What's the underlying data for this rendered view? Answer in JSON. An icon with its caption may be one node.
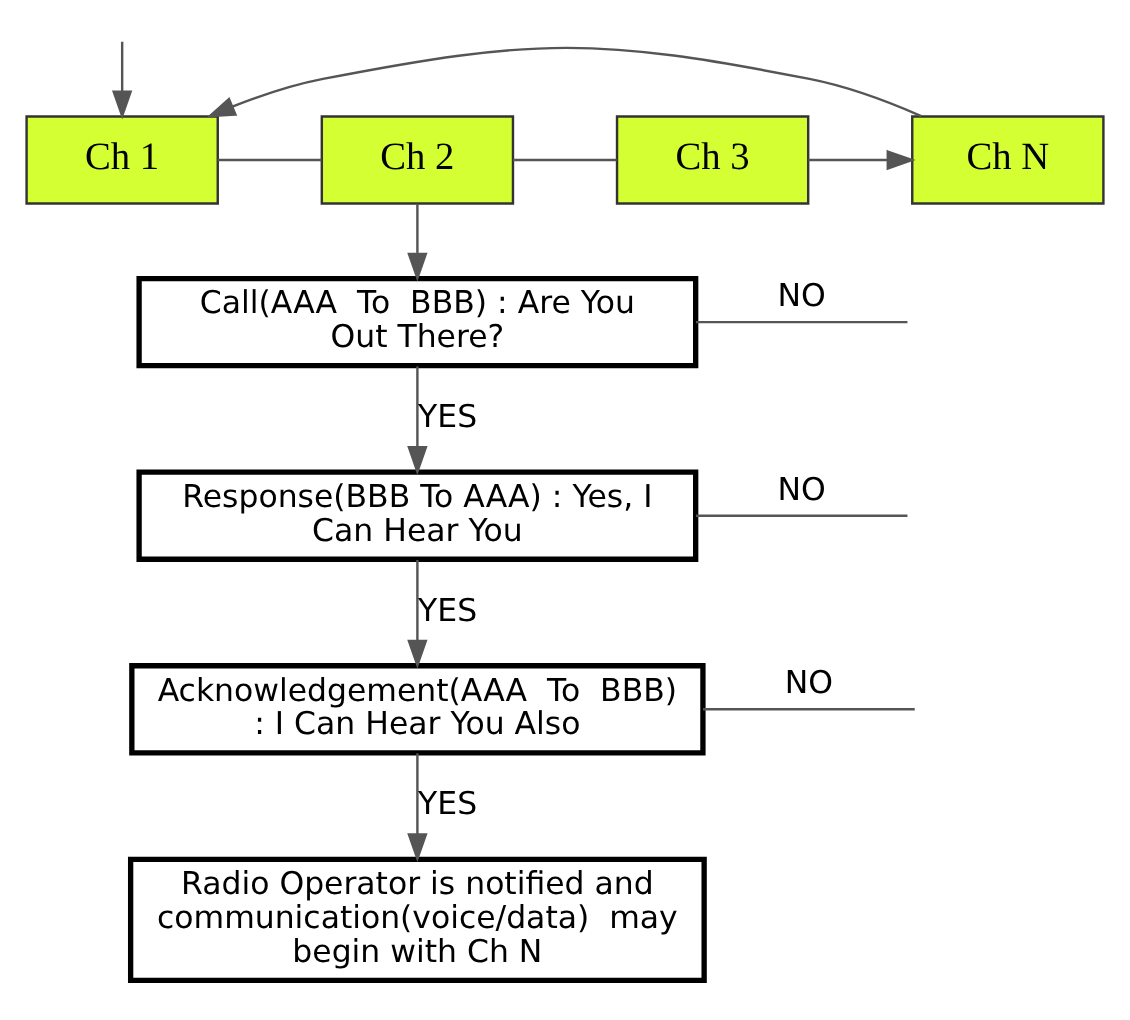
{
  "diagram": {
    "nodes": [
      {
        "text": [
          "Ch 1"
        ]
      },
      {
        "text": [
          "Ch 2"
        ]
      },
      {
        "text": [
          "Ch 3"
        ]
      },
      {
        "text": [
          "Ch N"
        ]
      },
      {
        "text": [
          "Call(AAA  To  BBB) : Are You Out There?"
        ]
      },
      {
        "text": [
          "Response(BBB To AAA) : Yes, I Can Hear You"
        ]
      },
      {
        "text": [
          "Acknowledgement(AAA  To  BBB) : I Can Hear You Also"
        ]
      },
      {
        "text": [
          "Radio Operator is notified and communication(voice/data)  may begin with Ch N"
        ]
      }
    ],
    "edges": [
      {
        "from": 0,
        "to": 1,
        "arrow": "none"
      },
      {
        "from": 1,
        "to": 2,
        "arrow": "none"
      },
      {
        "from": 2,
        "to": 3,
        "arrow": "to"
      },
      {
        "from": 3,
        "to": 0,
        "arrow": "to"
      },
      {
        "from": null,
        "to": 0,
        "arrow": "to"
      },
      {
        "from": 1,
        "to": 4,
        "arrow": "to"
      },
      {
        "from": 4,
        "to": 5,
        "label": "YES",
        "arrow": "to"
      },
      {
        "from": 5,
        "to": 6,
        "label": "YES",
        "arrow": "to"
      },
      {
        "from": 6,
        "to": 7,
        "label": "YES",
        "arrow": "to"
      },
      {
        "from": 4,
        "to": null,
        "label": "NO",
        "arrow": "none"
      },
      {
        "from": 5,
        "to": null,
        "label": "NO",
        "arrow": "none"
      },
      {
        "from": 6,
        "to": null,
        "label": "NO",
        "arrow": "none"
      }
    ]
  }
}
